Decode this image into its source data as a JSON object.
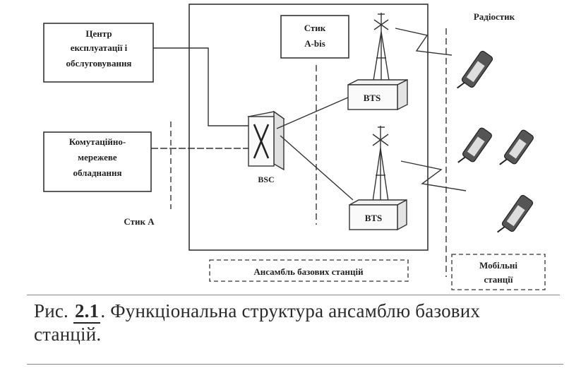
{
  "diagram": {
    "omc_line1": "Центр",
    "omc_line2": "експлуатації і",
    "omc_line3": "обслуговування",
    "switch_line1": "Комутаційно-",
    "switch_line2": "мережеве",
    "switch_line3": "обладнання",
    "abis_line1": "Стик",
    "abis_line2": "A-bis",
    "bts_top": "BTS",
    "bts_bottom": "BTS",
    "bsc": "BSC",
    "stik_a": "Стик А",
    "radio": "Радіостик",
    "bss_label": "Ансамбль базових станцій",
    "ms_line1": "Мобільні",
    "ms_line2": "станції"
  },
  "caption": {
    "prefix": "Рис.",
    "fig_number": "2.1",
    "text_line1": ". Функціональна структура ансамблю базових",
    "text_line2": "станцій."
  }
}
